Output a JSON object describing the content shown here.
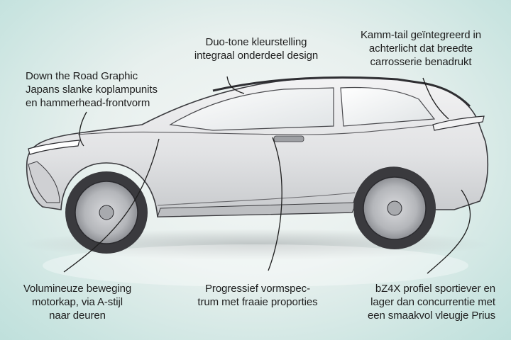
{
  "annotations": {
    "front_lights": {
      "lines": [
        "Down the Road Graphic",
        "Japans slanke koplampunits",
        "en hammerhead-frontvorm"
      ]
    },
    "duo_tone": {
      "lines": [
        "Duo-tone kleurstelling",
        "integraal onderdeel design"
      ]
    },
    "kamm_tail": {
      "lines": [
        "Kamm-tail geïntegreerd in",
        "achterlicht dat breedte",
        "carrosserie benadrukt"
      ]
    },
    "bonnet": {
      "lines": [
        "Volumineuze beweging",
        "motorkap, via A-stijl",
        "naar deuren"
      ]
    },
    "spectrum": {
      "lines": [
        "Progressief vormspec-",
        "trum met fraaie proporties"
      ]
    },
    "profile": {
      "lines": [
        "bZ4X profiel sportiever en",
        "lager dan concurrentie met",
        "een smaakvol vleugje Prius"
      ]
    }
  },
  "colors": {
    "body": "#e6e6e8",
    "lower_cladding": "#bdbfc2",
    "outline": "#3a3a3e",
    "glass": "#f6f7f8",
    "bg_edge": "#bfe0dc"
  }
}
